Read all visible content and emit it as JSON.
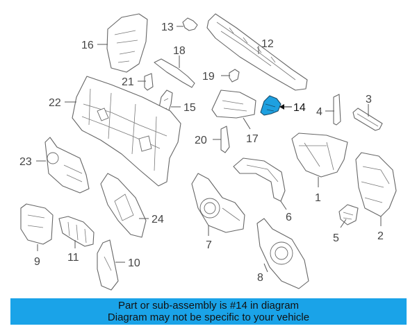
{
  "callouts": {
    "c1": "1",
    "c2": "2",
    "c3": "3",
    "c4": "4",
    "c5": "5",
    "c6": "6",
    "c7": "7",
    "c8": "8",
    "c9": "9",
    "c10": "10",
    "c11": "11",
    "c12": "12",
    "c13": "13",
    "c14": "14",
    "c15": "15",
    "c16": "16",
    "c17": "17",
    "c18": "18",
    "c19": "19",
    "c20": "20",
    "c21": "21",
    "c22": "22",
    "c23": "23",
    "c24": "24"
  },
  "highlight": {
    "part": "14",
    "color": "#1ea0e0"
  },
  "banner": {
    "line1": "Part or sub-assembly is #14 in diagram",
    "line2": "Diagram may not be specific to your vehicle",
    "color": "#1aa3e8"
  }
}
